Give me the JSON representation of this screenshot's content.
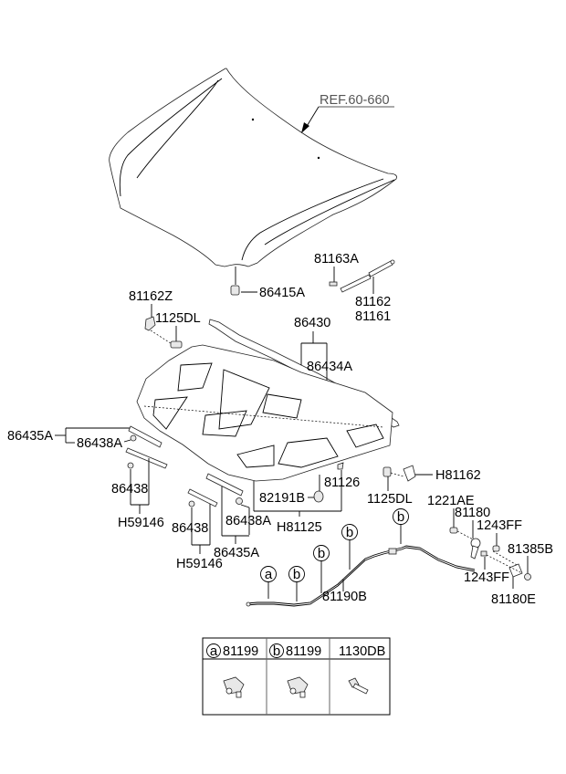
{
  "diagram": {
    "reference": "REF.60-660",
    "labels": {
      "p86415A": "86415A",
      "p81163A": "81163A",
      "p81162": "81162",
      "p81161": "81161",
      "p81162Z": "81162Z",
      "p1125DL_top": "1125DL",
      "p86430": "86430",
      "p86434A": "86434A",
      "p86435A_left": "86435A",
      "p86438A_left": "86438A",
      "p86438_left": "86438",
      "pH59146_left": "H59146",
      "p86438_mid": "86438",
      "pH59146_mid": "H59146",
      "p86438A_mid": "86438A",
      "p86435A_mid": "86435A",
      "p82191B": "82191B",
      "p81126": "81126",
      "pH81125": "H81125",
      "p1125DL_right": "1125DL",
      "pH81162": "H81162",
      "p1221AE": "1221AE",
      "p81180": "81180",
      "p1243FF_top": "1243FF",
      "p81385B": "81385B",
      "p1243FF_bottom": "1243FF",
      "p81180E": "81180E",
      "p81190B": "81190B"
    },
    "callouts": [
      {
        "letter": "a"
      },
      {
        "letter": "b"
      },
      {
        "letter": "b"
      },
      {
        "letter": "b"
      },
      {
        "letter": "b"
      }
    ]
  },
  "legend_table": {
    "columns": [
      {
        "marker": "a",
        "part": "81199"
      },
      {
        "marker": "b",
        "part": "81199"
      },
      {
        "marker": "",
        "part": "1130DB"
      }
    ]
  }
}
